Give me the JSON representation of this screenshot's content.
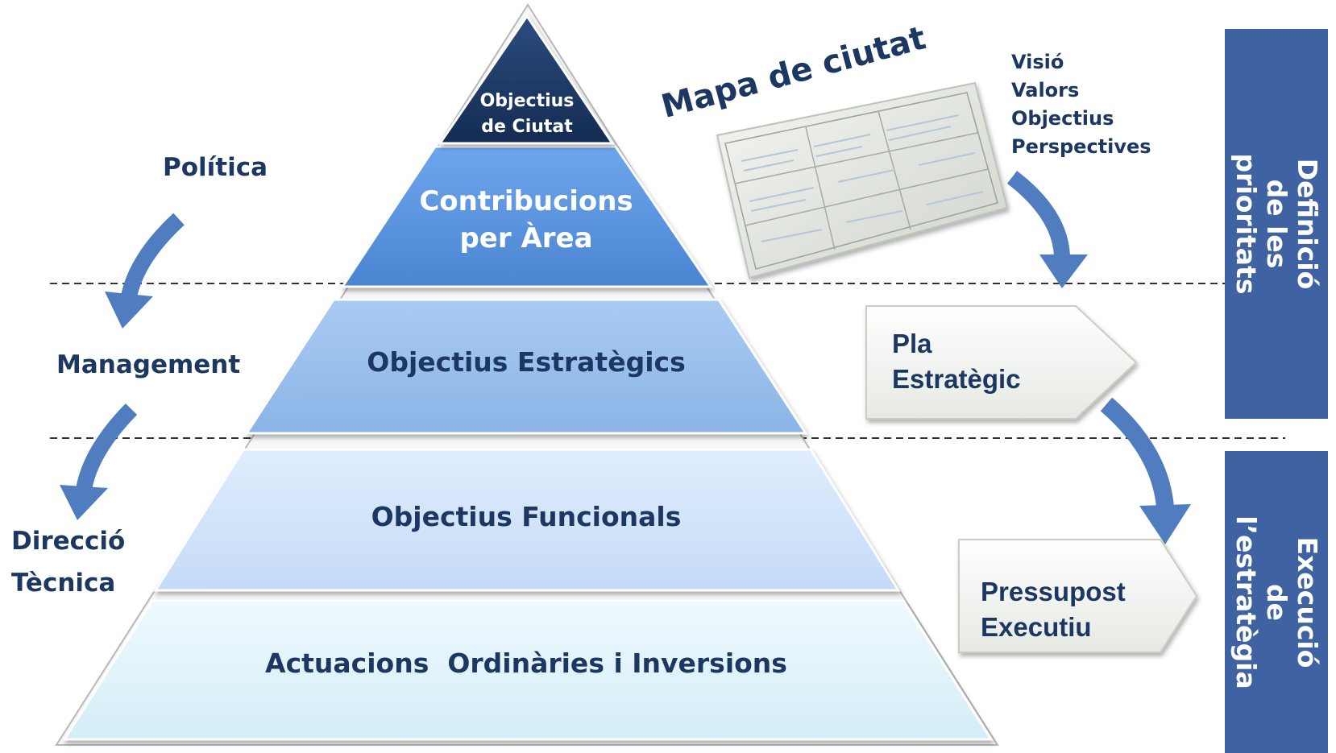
{
  "pyramid": {
    "tiers": [
      {
        "label": "Objectius\nde Ciutat",
        "fill": "#1b3762",
        "text_color": "#ffffff"
      },
      {
        "label": "Contribucions\nper Àrea",
        "fill": "#5a93dc",
        "text_color": "#ffffff"
      },
      {
        "label": "Objectius Estratègics",
        "fill": "#9cc0ee",
        "text_color": "#1b3762"
      },
      {
        "label": "Objectius Funcionals",
        "fill": "#d2e4fa",
        "text_color": "#1b3762"
      },
      {
        "label": "Actuacions  Ordinàries i Inversions",
        "fill": "#e3f4fb",
        "text_color": "#1b3762"
      }
    ]
  },
  "levels": {
    "politica": "Política",
    "management": "Management",
    "direccio_tecnica": "Direcció\nTècnica"
  },
  "city_map": {
    "title": "Mapa de ciutat",
    "items": [
      "Visió",
      "Valors",
      "Objectius",
      "Perspectives"
    ]
  },
  "boxes": {
    "pla_estrategic": "Pla\nEstratègic",
    "pressupost_executiu": "Pressupost\nExecutiu"
  },
  "side_bars": {
    "top": "Definició de les\nprioritats",
    "bottom": "Execució de\nl’estratègia"
  },
  "colors": {
    "navy": "#1b3762",
    "arrow_blue": "#4f7dc0",
    "side_bar": "#3e62a2"
  }
}
